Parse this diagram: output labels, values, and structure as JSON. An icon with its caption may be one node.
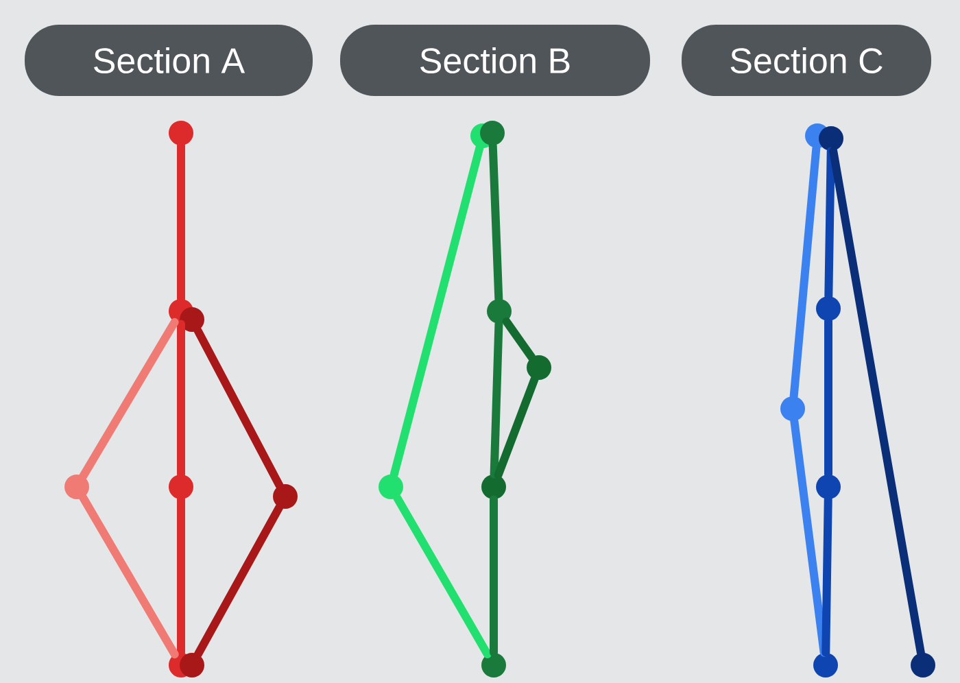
{
  "diagram": {
    "nodes": [
      {
        "text": [
          "Section A"
        ]
      },
      {
        "text": [
          "Section B"
        ]
      },
      {
        "text": [
          "Section C"
        ]
      },
      {
        "text": [],
        "shape": "circle"
      },
      {
        "text": [],
        "shape": "circle"
      },
      {
        "text": [],
        "shape": "circle"
      },
      {
        "text": [],
        "shape": "circle"
      },
      {
        "text": [],
        "shape": "circle"
      },
      {
        "text": [],
        "shape": "circle"
      },
      {
        "text": [],
        "shape": "circle"
      },
      {
        "text": [],
        "shape": "circle"
      },
      {
        "text": [],
        "shape": "circle"
      },
      {
        "text": [],
        "shape": "circle"
      },
      {
        "text": [],
        "shape": "circle"
      },
      {
        "text": [],
        "shape": "circle"
      },
      {
        "text": [],
        "shape": "circle"
      },
      {
        "text": [],
        "shape": "circle"
      },
      {
        "text": [],
        "shape": "circle"
      },
      {
        "text": [],
        "shape": "circle"
      },
      {
        "text": [],
        "shape": "circle"
      },
      {
        "text": [],
        "shape": "circle"
      },
      {
        "text": [],
        "shape": "circle"
      },
      {
        "text": [],
        "shape": "circle"
      },
      {
        "text": [],
        "shape": "circle"
      },
      {
        "text": [],
        "shape": "circle"
      }
    ],
    "edges": [
      {
        "from": 3,
        "to": 4,
        "arrow": "none",
        "color": "#dd2a2a"
      },
      {
        "from": 4,
        "to": 7,
        "arrow": "none",
        "color": "#dd2a2a"
      },
      {
        "from": 7,
        "to": 9,
        "arrow": "none",
        "color": "#dd2a2a"
      },
      {
        "from": 4,
        "to": 6,
        "arrow": "none",
        "color": "#ef7b74"
      },
      {
        "from": 6,
        "to": 9,
        "arrow": "none",
        "color": "#ef7b74"
      },
      {
        "from": 5,
        "to": 8,
        "arrow": "none",
        "color": "#a81818"
      },
      {
        "from": 8,
        "to": 10,
        "arrow": "none",
        "color": "#a81818"
      },
      {
        "from": 11,
        "to": 15,
        "arrow": "none",
        "color": "#22e070"
      },
      {
        "from": 15,
        "to": 17,
        "arrow": "none",
        "color": "#22e070"
      },
      {
        "from": 12,
        "to": 13,
        "arrow": "none",
        "color": "#1a7a3c"
      },
      {
        "from": 13,
        "to": 16,
        "arrow": "none",
        "color": "#1a7a3c"
      },
      {
        "from": 16,
        "to": 17,
        "arrow": "none",
        "color": "#1a7a3c"
      },
      {
        "from": 13,
        "to": 14,
        "arrow": "none",
        "color": "#136b30"
      },
      {
        "from": 14,
        "to": 16,
        "arrow": "none",
        "color": "#136b30"
      },
      {
        "from": 18,
        "to": 21,
        "arrow": "none",
        "color": "#3b82f0"
      },
      {
        "from": 21,
        "to": 23,
        "arrow": "none",
        "color": "#3b82f0"
      },
      {
        "from": 19,
        "to": 20,
        "arrow": "none",
        "color": "#0f45b0"
      },
      {
        "from": 20,
        "to": 22,
        "arrow": "none",
        "color": "#0f45b0"
      },
      {
        "from": 22,
        "to": 23,
        "arrow": "none",
        "color": "#0f45b0"
      },
      {
        "from": 19,
        "to": 24,
        "arrow": "none",
        "color": "#0a2e78"
      }
    ]
  }
}
